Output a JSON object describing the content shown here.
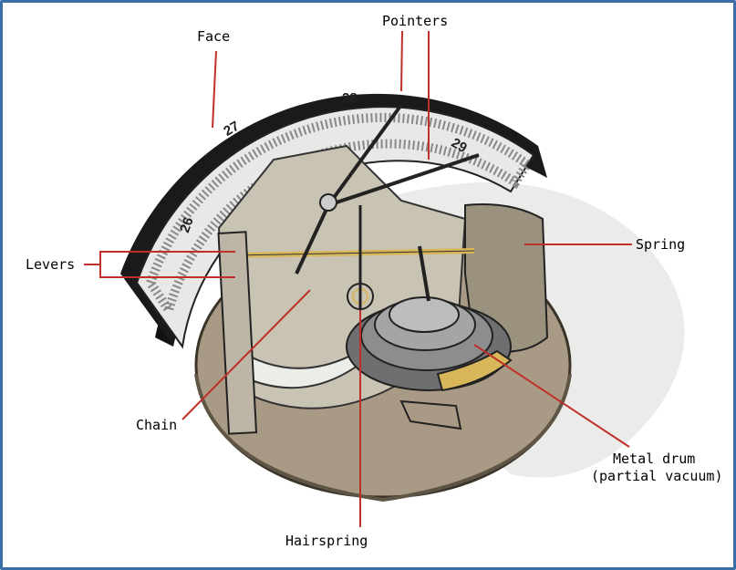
{
  "labels": {
    "face": "Face",
    "pointers": "Pointers",
    "spring": "Spring",
    "levers": "Levers",
    "chain": "Chain",
    "metal_drum_line1": "Metal drum",
    "metal_drum_line2": "(partial vacuum)",
    "hairspring": "Hairspring"
  },
  "dial_numbers": [
    "26",
    "27",
    "28",
    "29"
  ],
  "colors": {
    "leader_line": "#c0302a",
    "frame": "#3a6ea5",
    "base": "#a89a84",
    "face": "#e8e8e6",
    "rim": "#111111",
    "drum": "#8d8d8f",
    "brass": "#d8b75a",
    "spring": "#9a927f"
  }
}
